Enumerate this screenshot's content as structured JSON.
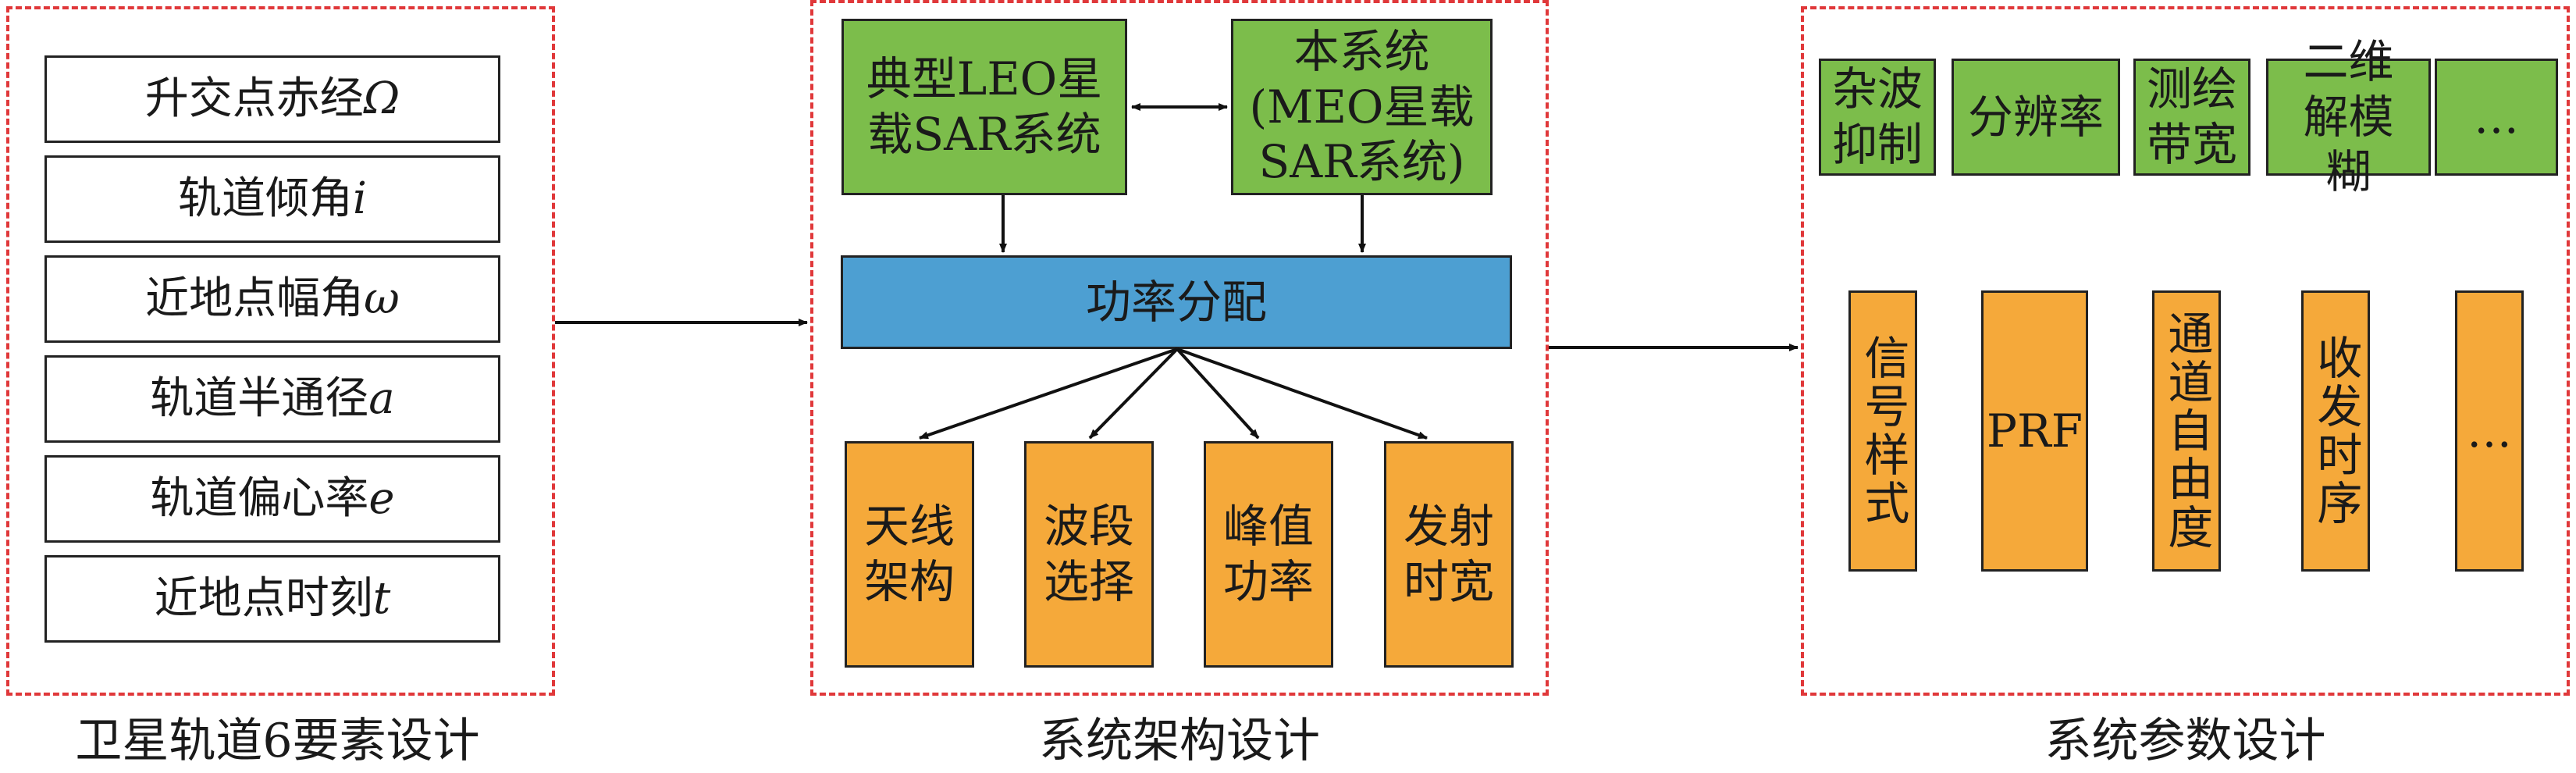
{
  "panel1": {
    "caption": "卫星轨道6要素设计",
    "items": [
      {
        "text": "升交点赤经",
        "sym": "Ω"
      },
      {
        "text": "轨道倾角",
        "sym": "i"
      },
      {
        "text": "近地点幅角",
        "sym": "ω"
      },
      {
        "text": "轨道半通径",
        "sym": "a"
      },
      {
        "text": "轨道偏心率",
        "sym": "e"
      },
      {
        "text": "近地点时刻",
        "sym": "t"
      }
    ]
  },
  "panel2": {
    "caption": "系统架构设计",
    "leo_box": "典型LEO星载SAR系统",
    "meo_box": "本系统(MEO星载SAR系统)",
    "power_box": "功率分配",
    "outputs": [
      "天线架构",
      "波段选择",
      "峰值功率",
      "发射时宽"
    ]
  },
  "panel3": {
    "caption": "系统参数设计",
    "top_boxes": [
      "杂波抑制",
      "分辨率",
      "测绘带宽",
      "二维解模糊",
      "…"
    ],
    "bottom_boxes": [
      "信号样式",
      "PRF",
      "通道自由度",
      "收发时序",
      "…"
    ]
  },
  "colors": {
    "dashed_border": "#e0383a",
    "green": "#7cbd4b",
    "blue": "#4d9fd2",
    "orange": "#f5a93a"
  }
}
